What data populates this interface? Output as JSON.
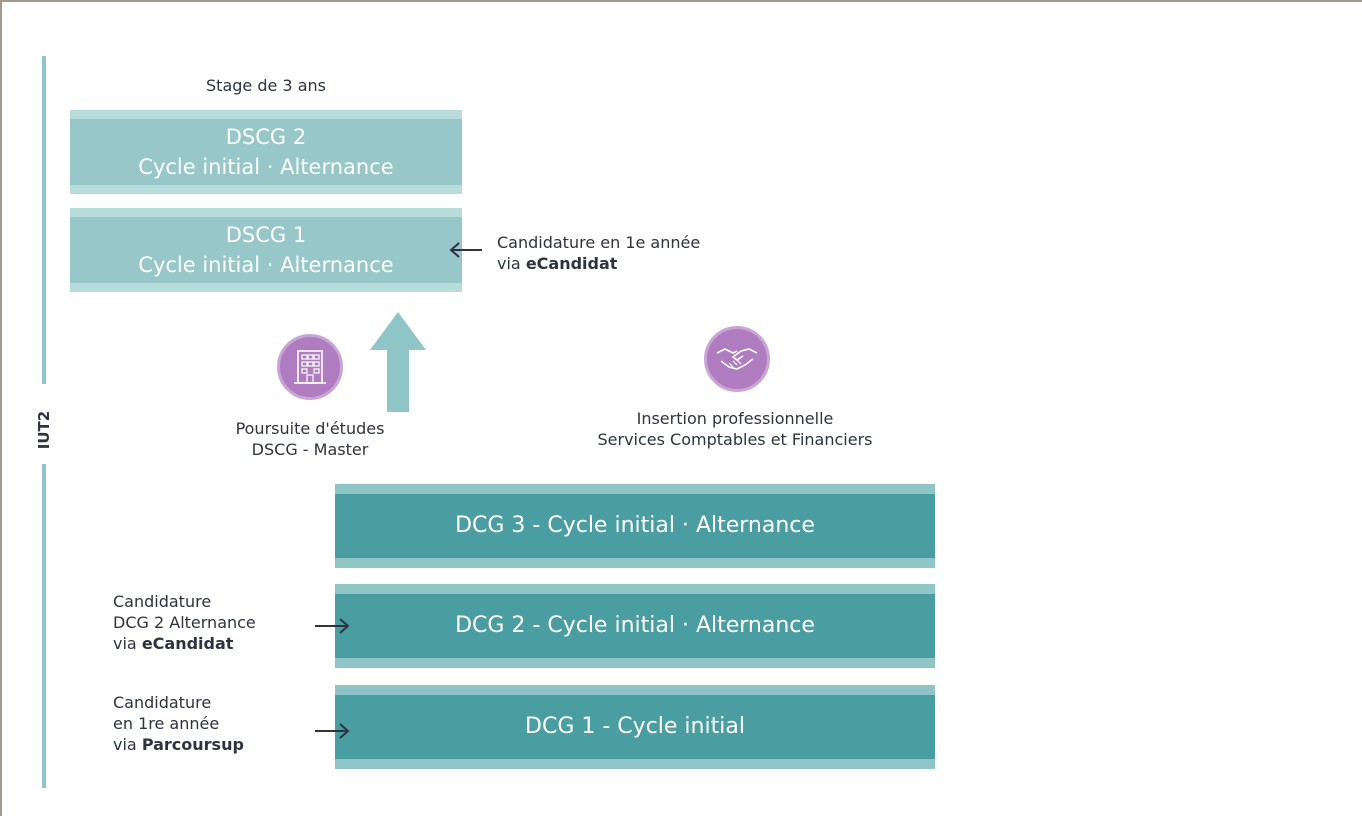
{
  "side_label": "IUT2",
  "stage_label": "Stage de 3 ans",
  "dscg2": {
    "line1": "DSCG 2",
    "line2": "Cycle initial · Alternance"
  },
  "dscg1": {
    "line1": "DSCG 1",
    "line2": "Cycle initial · Alternance"
  },
  "dscg_application": {
    "line1": "Candidature en 1e année",
    "line2_prefix": "via ",
    "line2_bold": "eCandidat"
  },
  "pursuit": {
    "line1": "Poursuite d'études",
    "line2": "DSCG - Master"
  },
  "insertion": {
    "line1": "Insertion professionnelle",
    "line2": "Services Comptables et Financiers"
  },
  "dcg3": {
    "label": "DCG 3 - Cycle initial · Alternance"
  },
  "dcg2": {
    "label": "DCG 2 - Cycle initial · Alternance"
  },
  "dcg1": {
    "label": "DCG 1 - Cycle initial"
  },
  "dcg2_application": {
    "line1": "Candidature",
    "line2": "DCG 2 Alternance",
    "line3_prefix": "via ",
    "line3_bold": "eCandidat"
  },
  "dcg1_application": {
    "line1": "Candidature",
    "line2": "en 1re année",
    "line3_prefix": "via ",
    "line3_bold": "Parcoursup"
  },
  "icons": {
    "pursuit": "building-icon",
    "insertion": "handshake-icon"
  },
  "colors": {
    "teal_dark": "#4a9ea1",
    "teal_light": "#97c7c8",
    "purple": "#b07cc0",
    "text": "#2e3241"
  }
}
